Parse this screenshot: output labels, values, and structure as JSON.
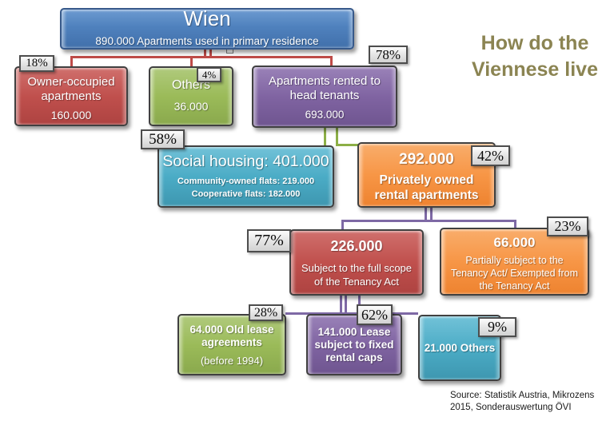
{
  "slide": {
    "heading": {
      "line1": "How do the",
      "line2": "Viennese live"
    },
    "source": {
      "line1": "Source: Statistik Austria, Mikrozens",
      "line2": "2015, Sonderauswertung ÖVI"
    }
  },
  "palette": {
    "blue": "#4F81BD",
    "red": "#C0504D",
    "green": "#9BBB59",
    "purple": "#8064A2",
    "cyan": "#4BACC6",
    "orange": "#F79646",
    "heading_text": "#8B8452",
    "connector_red": "#BE4B48",
    "connector_green": "#8CAF46",
    "connector_purple": "#7E69A5",
    "badge_bg": "#E9E9E9",
    "badge_border": "#4D4D4D"
  },
  "nodes": {
    "wien": {
      "title": "Wien",
      "subtitle": "890.000 Apartments used in primary residence"
    },
    "owner_occupied": {
      "badge": "18%",
      "label": "Owner-occupied apartments",
      "value": "160.000"
    },
    "others": {
      "badge": "4%",
      "label": "Others",
      "value": "36.000"
    },
    "rented_head_tenants": {
      "badge": "78%",
      "label": "Apartments rented to head tenants",
      "value": "693.000"
    },
    "social_housing": {
      "badge": "58%",
      "title": "Social housing: 401.000",
      "sub1": "Community-owned flats: 219.000",
      "sub2": "Cooperative flats: 182.000"
    },
    "privately_owned": {
      "badge": "42%",
      "value": "292.000",
      "label": "Privately owned rental apartments"
    },
    "full_scope": {
      "badge": "77%",
      "value": "226.000",
      "label": "Subject to the full scope of the Tenancy Act"
    },
    "partially_subject": {
      "badge": "23%",
      "value": "66.000",
      "label": "Partially subject to the Tenancy Act/ Exempted from the Tenancy Act"
    },
    "old_lease": {
      "badge": "28%",
      "label": "64.000 Old lease agreements",
      "sub": "(before 1994)"
    },
    "fixed_caps": {
      "badge": "62%",
      "label": "141.000 Lease subject to fixed rental caps"
    },
    "others_bottom": {
      "badge": "9%",
      "label": "21.000 Others"
    }
  }
}
